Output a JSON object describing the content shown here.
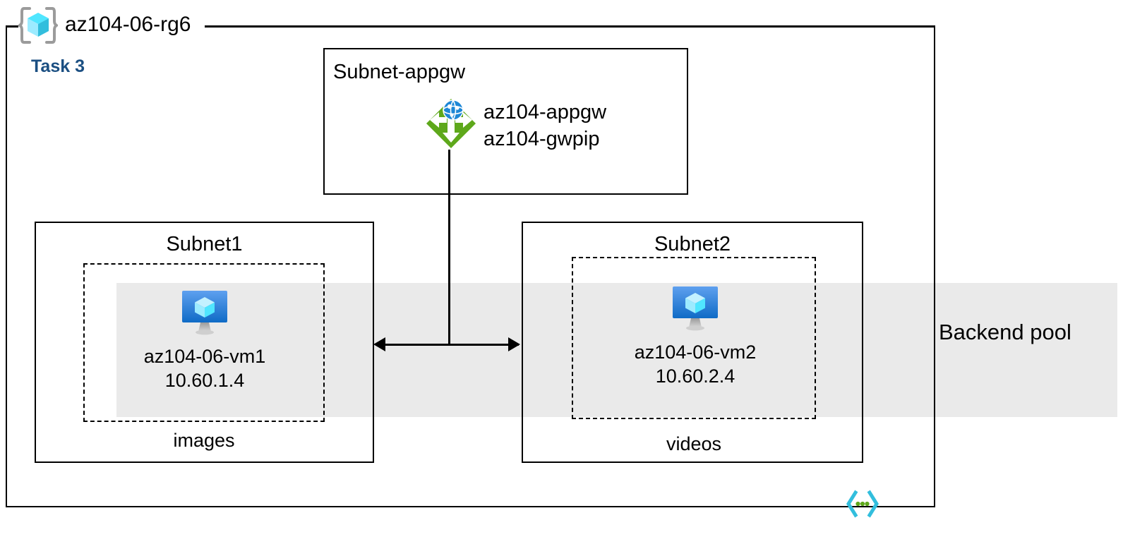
{
  "diagram": {
    "resource_group": {
      "name": "az104-06-rg6",
      "icon": "resource-group-icon"
    },
    "task": {
      "label": "Task 3",
      "color": "#1b4f82"
    },
    "backend_pool": {
      "label": "Backend pool",
      "band_color": "#eaeaea"
    },
    "subnets": [
      {
        "key": "appgw",
        "title": "Subnet-appgw",
        "resource": {
          "icon": "application-gateway-icon",
          "icon_color": "#59a618",
          "lines": [
            "az104-appgw",
            "az104-gwpip"
          ]
        }
      },
      {
        "key": "subnet1",
        "title": "Subnet1",
        "dashed_label": "images",
        "vm": {
          "icon": "virtual-machine-icon",
          "name": "az104-06-vm1",
          "ip": "10.60.1.4"
        }
      },
      {
        "key": "subnet2",
        "title": "Subnet2",
        "dashed_label": "videos",
        "vm": {
          "icon": "virtual-machine-icon",
          "name": "az104-06-vm2",
          "ip": "10.60.2.4"
        }
      }
    ],
    "footer_icon": "arm-template-icon"
  }
}
